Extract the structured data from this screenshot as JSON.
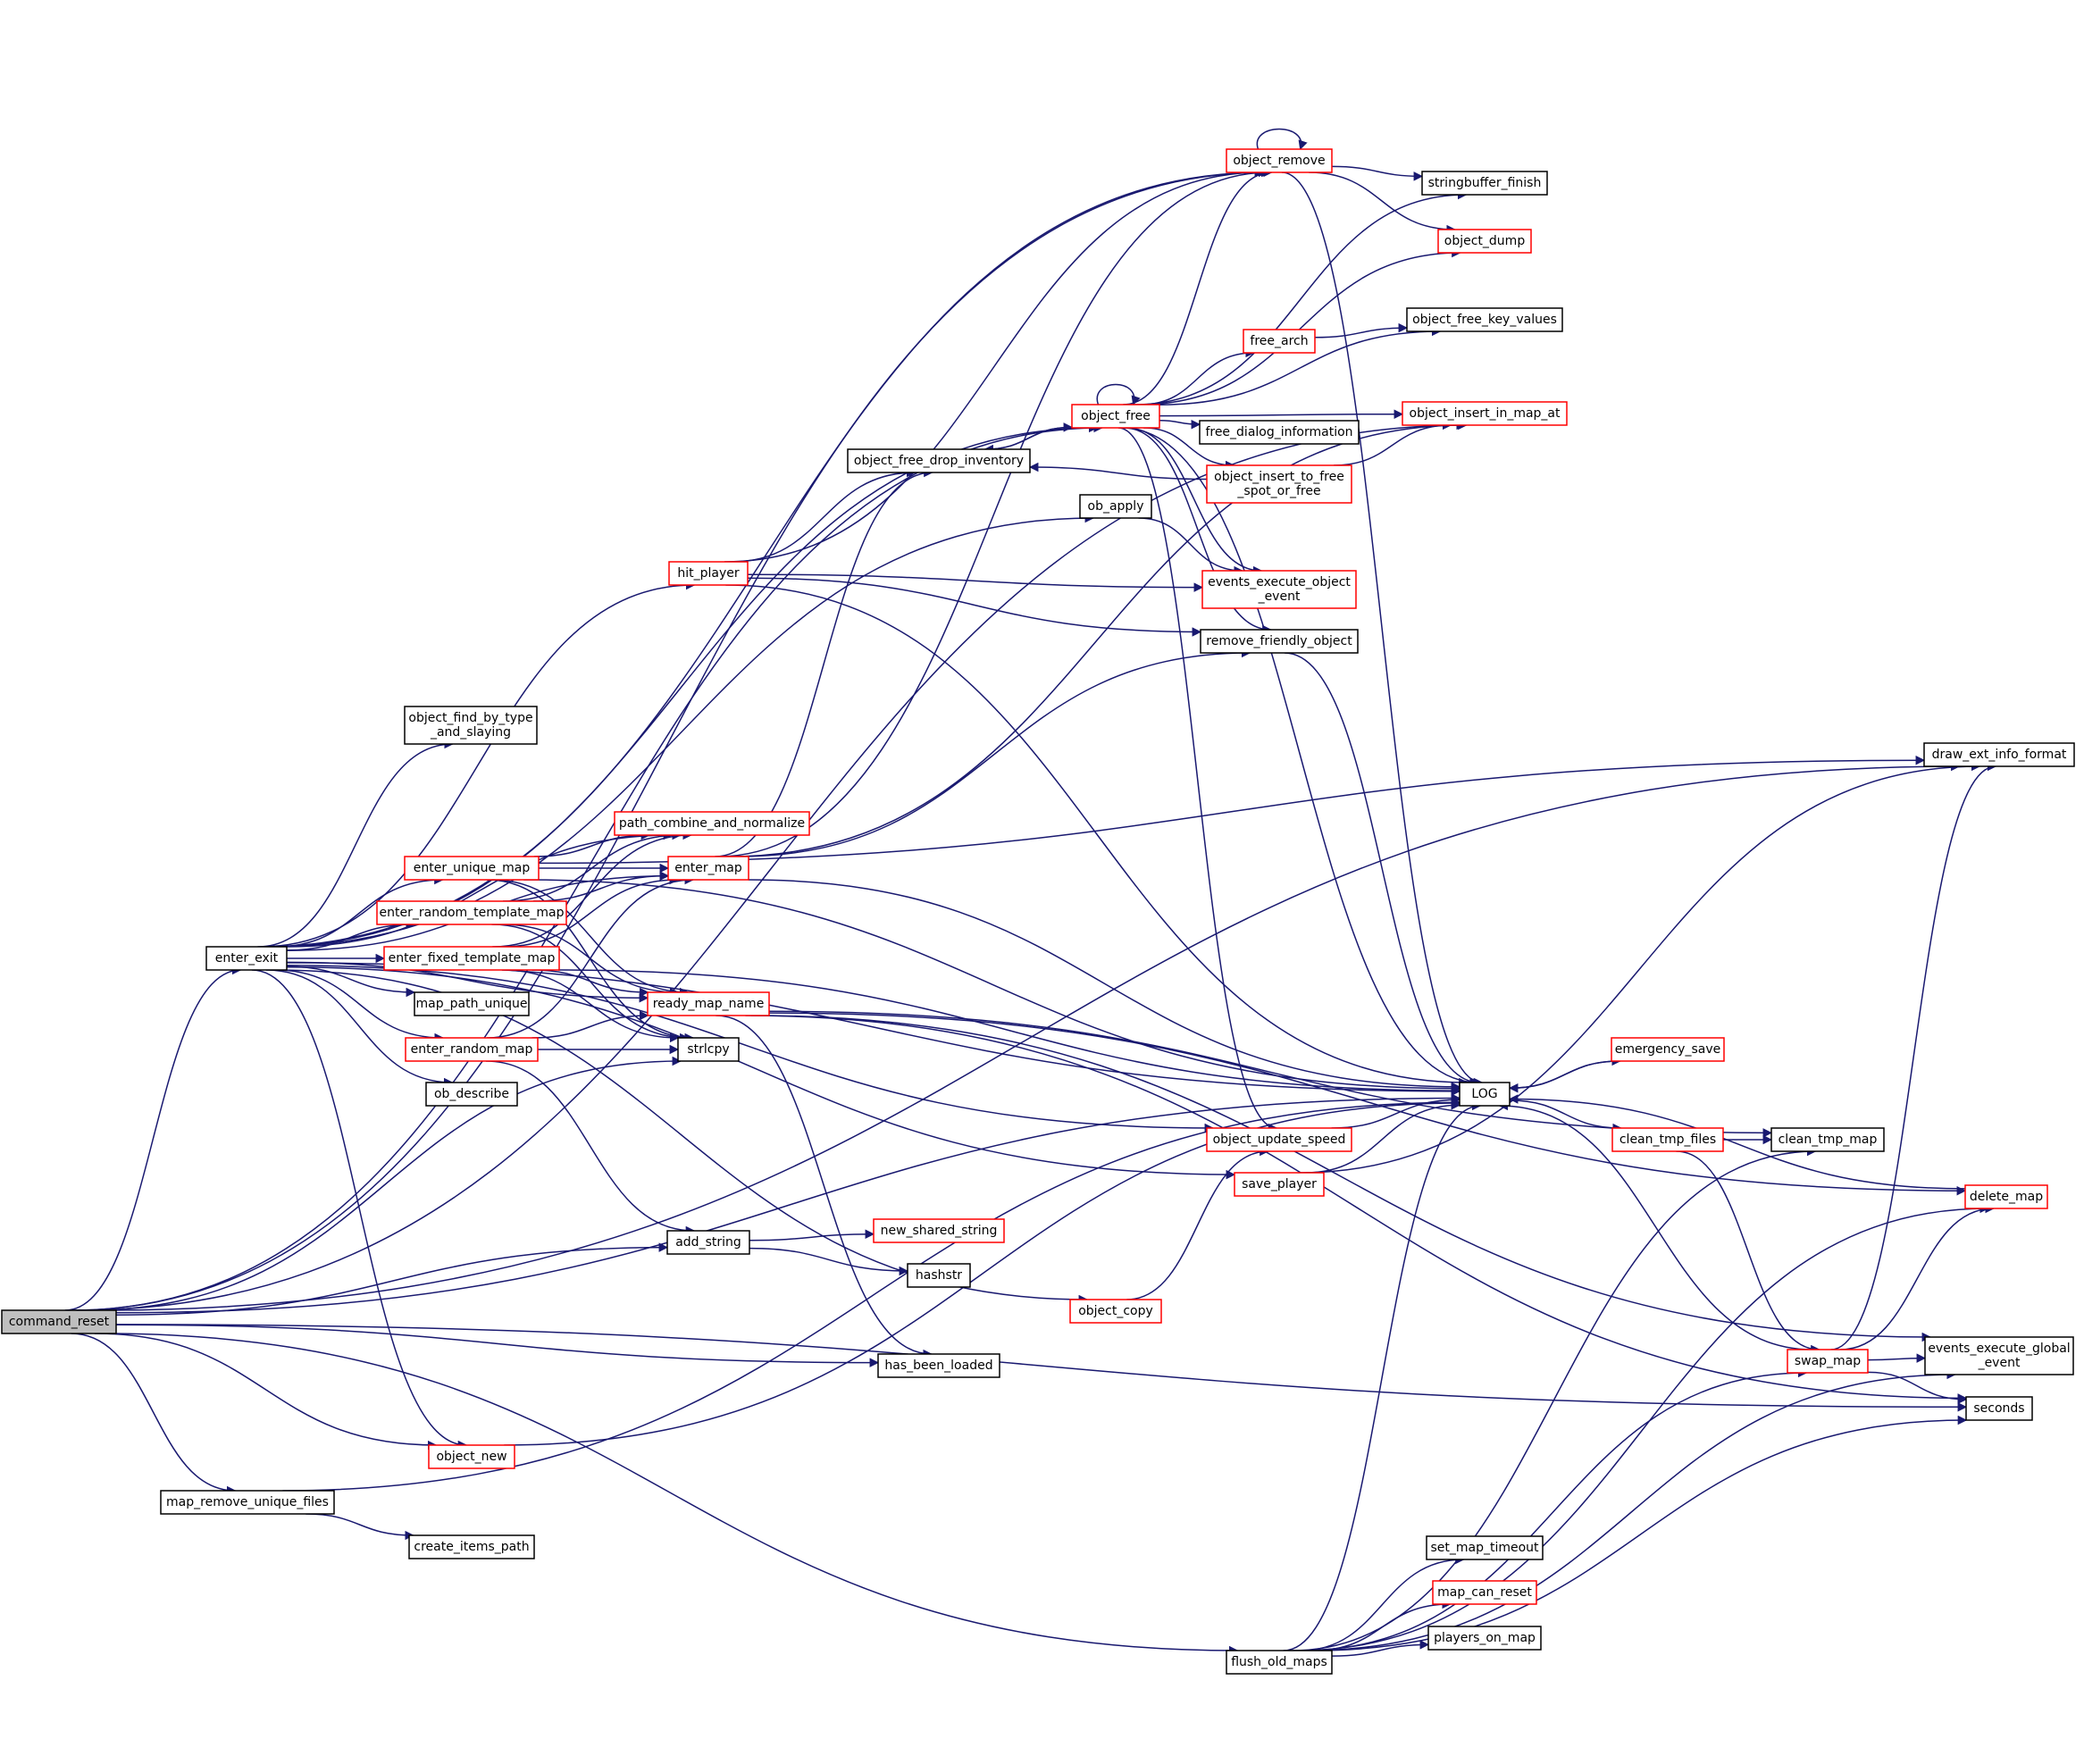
{
  "graph": {
    "colors": {
      "edge": "#191970",
      "node_fill": "#ffffff",
      "root_fill": "#bfbfbf",
      "border_black": "#000000",
      "border_red": "#ff0000"
    },
    "nodes": [
      {
        "id": "command_reset",
        "lines": [
          "command_reset"
        ],
        "border": "black",
        "root": true
      },
      {
        "id": "enter_exit",
        "lines": [
          "enter_exit"
        ],
        "border": "black"
      },
      {
        "id": "map_remove_unique_files",
        "lines": [
          "map_remove_unique_files"
        ],
        "border": "black"
      },
      {
        "id": "object_find_by_type_and_slaying",
        "lines": [
          "object_find_by_type",
          "_and_slaying"
        ],
        "border": "black"
      },
      {
        "id": "path_combine_and_normalize",
        "lines": [
          "path_combine_and_normalize"
        ],
        "border": "red"
      },
      {
        "id": "enter_unique_map",
        "lines": [
          "enter_unique_map"
        ],
        "border": "red"
      },
      {
        "id": "enter_random_template_map",
        "lines": [
          "enter_random_template_map"
        ],
        "border": "red"
      },
      {
        "id": "enter_fixed_template_map",
        "lines": [
          "enter_fixed_template_map"
        ],
        "border": "red"
      },
      {
        "id": "map_path_unique",
        "lines": [
          "map_path_unique"
        ],
        "border": "black"
      },
      {
        "id": "enter_random_map",
        "lines": [
          "enter_random_map"
        ],
        "border": "red"
      },
      {
        "id": "ob_describe",
        "lines": [
          "ob_describe"
        ],
        "border": "black"
      },
      {
        "id": "object_new",
        "lines": [
          "object_new"
        ],
        "border": "red"
      },
      {
        "id": "create_items_path",
        "lines": [
          "create_items_path"
        ],
        "border": "black"
      },
      {
        "id": "hit_player",
        "lines": [
          "hit_player"
        ],
        "border": "red"
      },
      {
        "id": "enter_map",
        "lines": [
          "enter_map"
        ],
        "border": "red"
      },
      {
        "id": "ready_map_name",
        "lines": [
          "ready_map_name"
        ],
        "border": "red"
      },
      {
        "id": "strlcpy",
        "lines": [
          "strlcpy"
        ],
        "border": "black"
      },
      {
        "id": "add_string",
        "lines": [
          "add_string"
        ],
        "border": "black"
      },
      {
        "id": "has_been_loaded",
        "lines": [
          "has_been_loaded"
        ],
        "border": "black"
      },
      {
        "id": "new_shared_string",
        "lines": [
          "new_shared_string"
        ],
        "border": "red"
      },
      {
        "id": "hashstr",
        "lines": [
          "hashstr"
        ],
        "border": "black"
      },
      {
        "id": "object_copy",
        "lines": [
          "object_copy"
        ],
        "border": "red"
      },
      {
        "id": "object_free_drop_inventory",
        "lines": [
          "object_free_drop_inventory"
        ],
        "border": "black"
      },
      {
        "id": "ob_apply",
        "lines": [
          "ob_apply"
        ],
        "border": "black"
      },
      {
        "id": "object_remove",
        "lines": [
          "object_remove"
        ],
        "border": "red"
      },
      {
        "id": "object_free",
        "lines": [
          "object_free"
        ],
        "border": "red"
      },
      {
        "id": "free_arch",
        "lines": [
          "free_arch"
        ],
        "border": "red"
      },
      {
        "id": "free_dialog_information",
        "lines": [
          "free_dialog_information"
        ],
        "border": "black"
      },
      {
        "id": "object_insert_to_free_spot_or_free",
        "lines": [
          "object_insert_to_free",
          "_spot_or_free"
        ],
        "border": "red"
      },
      {
        "id": "events_execute_object_event",
        "lines": [
          "events_execute_object",
          "_event"
        ],
        "border": "red"
      },
      {
        "id": "remove_friendly_object",
        "lines": [
          "remove_friendly_object"
        ],
        "border": "black"
      },
      {
        "id": "object_update_speed",
        "lines": [
          "object_update_speed"
        ],
        "border": "red"
      },
      {
        "id": "save_player",
        "lines": [
          "save_player"
        ],
        "border": "red"
      },
      {
        "id": "flush_old_maps",
        "lines": [
          "flush_old_maps"
        ],
        "border": "black"
      },
      {
        "id": "stringbuffer_finish",
        "lines": [
          "stringbuffer_finish"
        ],
        "border": "black"
      },
      {
        "id": "object_dump",
        "lines": [
          "object_dump"
        ],
        "border": "red"
      },
      {
        "id": "object_free_key_values",
        "lines": [
          "object_free_key_values"
        ],
        "border": "black"
      },
      {
        "id": "object_insert_in_map_at",
        "lines": [
          "object_insert_in_map_at"
        ],
        "border": "red"
      },
      {
        "id": "LOG",
        "lines": [
          "LOG"
        ],
        "border": "black"
      },
      {
        "id": "emergency_save",
        "lines": [
          "emergency_save"
        ],
        "border": "red"
      },
      {
        "id": "clean_tmp_files",
        "lines": [
          "clean_tmp_files"
        ],
        "border": "red"
      },
      {
        "id": "set_map_timeout",
        "lines": [
          "set_map_timeout"
        ],
        "border": "black"
      },
      {
        "id": "map_can_reset",
        "lines": [
          "map_can_reset"
        ],
        "border": "red"
      },
      {
        "id": "players_on_map",
        "lines": [
          "players_on_map"
        ],
        "border": "black"
      },
      {
        "id": "clean_tmp_map",
        "lines": [
          "clean_tmp_map"
        ],
        "border": "black"
      },
      {
        "id": "swap_map",
        "lines": [
          "swap_map"
        ],
        "border": "red"
      },
      {
        "id": "draw_ext_info_format",
        "lines": [
          "draw_ext_info_format"
        ],
        "border": "black"
      },
      {
        "id": "delete_map",
        "lines": [
          "delete_map"
        ],
        "border": "red"
      },
      {
        "id": "events_execute_global_event",
        "lines": [
          "events_execute_global",
          "_event"
        ],
        "border": "black"
      },
      {
        "id": "seconds",
        "lines": [
          "seconds"
        ],
        "border": "black"
      }
    ],
    "edges": [
      [
        "command_reset",
        "enter_exit"
      ],
      [
        "command_reset",
        "map_remove_unique_files"
      ],
      [
        "command_reset",
        "object_new"
      ],
      [
        "command_reset",
        "strlcpy"
      ],
      [
        "command_reset",
        "add_string"
      ],
      [
        "command_reset",
        "has_been_loaded"
      ],
      [
        "command_reset",
        "object_remove"
      ],
      [
        "command_reset",
        "object_free"
      ],
      [
        "command_reset",
        "draw_ext_info_format"
      ],
      [
        "command_reset",
        "object_insert_in_map_at"
      ],
      [
        "command_reset",
        "LOG"
      ],
      [
        "command_reset",
        "flush_old_maps"
      ],
      [
        "command_reset",
        "seconds"
      ],
      [
        "enter_exit",
        "object_find_by_type_and_slaying"
      ],
      [
        "enter_exit",
        "path_combine_and_normalize"
      ],
      [
        "enter_exit",
        "enter_unique_map"
      ],
      [
        "enter_exit",
        "enter_random_template_map"
      ],
      [
        "enter_exit",
        "enter_fixed_template_map"
      ],
      [
        "enter_exit",
        "map_path_unique"
      ],
      [
        "enter_exit",
        "enter_random_map"
      ],
      [
        "enter_exit",
        "ob_describe"
      ],
      [
        "enter_exit",
        "object_new"
      ],
      [
        "enter_exit",
        "hit_player"
      ],
      [
        "enter_exit",
        "enter_map"
      ],
      [
        "enter_exit",
        "ready_map_name"
      ],
      [
        "enter_exit",
        "object_copy"
      ],
      [
        "enter_exit",
        "ob_apply"
      ],
      [
        "enter_exit",
        "object_remove"
      ],
      [
        "enter_exit",
        "object_free"
      ],
      [
        "enter_exit",
        "save_player"
      ],
      [
        "enter_exit",
        "object_update_speed"
      ],
      [
        "enter_exit",
        "LOG"
      ],
      [
        "enter_unique_map",
        "path_combine_and_normalize"
      ],
      [
        "enter_unique_map",
        "enter_map"
      ],
      [
        "enter_unique_map",
        "ready_map_name"
      ],
      [
        "enter_unique_map",
        "strlcpy"
      ],
      [
        "enter_unique_map",
        "LOG"
      ],
      [
        "enter_unique_map",
        "draw_ext_info_format"
      ],
      [
        "enter_random_template_map",
        "path_combine_and_normalize"
      ],
      [
        "enter_random_template_map",
        "enter_map"
      ],
      [
        "enter_random_template_map",
        "ready_map_name"
      ],
      [
        "enter_random_template_map",
        "strlcpy"
      ],
      [
        "enter_fixed_template_map",
        "path_combine_and_normalize"
      ],
      [
        "enter_fixed_template_map",
        "enter_map"
      ],
      [
        "enter_fixed_template_map",
        "ready_map_name"
      ],
      [
        "enter_fixed_template_map",
        "strlcpy"
      ],
      [
        "enter_fixed_template_map",
        "LOG"
      ],
      [
        "enter_random_map",
        "ready_map_name"
      ],
      [
        "enter_random_map",
        "enter_map"
      ],
      [
        "enter_random_map",
        "strlcpy"
      ],
      [
        "enter_random_map",
        "add_string"
      ],
      [
        "map_remove_unique_files",
        "create_items_path"
      ],
      [
        "map_remove_unique_files",
        "LOG"
      ],
      [
        "hit_player",
        "object_free_drop_inventory"
      ],
      [
        "hit_player",
        "object_remove"
      ],
      [
        "hit_player",
        "events_execute_object_event"
      ],
      [
        "hit_player",
        "remove_friendly_object"
      ],
      [
        "hit_player",
        "LOG"
      ],
      [
        "enter_map",
        "object_free_drop_inventory"
      ],
      [
        "enter_map",
        "object_remove"
      ],
      [
        "enter_map",
        "remove_friendly_object"
      ],
      [
        "enter_map",
        "object_insert_in_map_at"
      ],
      [
        "enter_map",
        "LOG"
      ],
      [
        "ready_map_name",
        "has_been_loaded"
      ],
      [
        "ready_map_name",
        "clean_tmp_map"
      ],
      [
        "ready_map_name",
        "delete_map"
      ],
      [
        "ready_map_name",
        "events_execute_global_event"
      ],
      [
        "ready_map_name",
        "seconds"
      ],
      [
        "add_string",
        "new_shared_string"
      ],
      [
        "add_string",
        "hashstr"
      ],
      [
        "object_copy",
        "object_update_speed"
      ],
      [
        "object_free_drop_inventory",
        "object_free"
      ],
      [
        "ob_apply",
        "events_execute_object_event"
      ],
      [
        "object_free",
        "object_free_drop_inventory"
      ],
      [
        "object_free",
        "object_free"
      ],
      [
        "object_free",
        "object_remove"
      ],
      [
        "object_free",
        "stringbuffer_finish"
      ],
      [
        "object_free",
        "object_dump"
      ],
      [
        "object_free",
        "free_arch"
      ],
      [
        "object_free",
        "object_free_key_values"
      ],
      [
        "object_free",
        "free_dialog_information"
      ],
      [
        "object_free",
        "object_insert_in_map_at"
      ],
      [
        "object_free",
        "object_insert_to_free_spot_or_free"
      ],
      [
        "object_free",
        "events_execute_object_event"
      ],
      [
        "object_free",
        "remove_friendly_object"
      ],
      [
        "object_free",
        "object_update_speed"
      ],
      [
        "object_free",
        "LOG"
      ],
      [
        "object_remove",
        "object_remove"
      ],
      [
        "object_remove",
        "stringbuffer_finish"
      ],
      [
        "object_remove",
        "object_dump"
      ],
      [
        "object_remove",
        "LOG"
      ],
      [
        "free_arch",
        "object_free_key_values"
      ],
      [
        "object_insert_to_free_spot_or_free",
        "object_free_drop_inventory"
      ],
      [
        "object_insert_to_free_spot_or_free",
        "object_insert_in_map_at"
      ],
      [
        "remove_friendly_object",
        "LOG"
      ],
      [
        "object_update_speed",
        "LOG"
      ],
      [
        "save_player",
        "LOG"
      ],
      [
        "save_player",
        "draw_ext_info_format"
      ],
      [
        "object_new",
        "LOG"
      ],
      [
        "LOG",
        "emergency_save"
      ],
      [
        "emergency_save",
        "LOG"
      ],
      [
        "LOG",
        "clean_tmp_files"
      ],
      [
        "clean_tmp_files",
        "clean_tmp_map"
      ],
      [
        "clean_tmp_files",
        "swap_map"
      ],
      [
        "flush_old_maps",
        "set_map_timeout"
      ],
      [
        "flush_old_maps",
        "map_can_reset"
      ],
      [
        "flush_old_maps",
        "players_on_map"
      ],
      [
        "flush_old_maps",
        "LOG"
      ],
      [
        "flush_old_maps",
        "clean_tmp_map"
      ],
      [
        "flush_old_maps",
        "swap_map"
      ],
      [
        "flush_old_maps",
        "delete_map"
      ],
      [
        "flush_old_maps",
        "events_execute_global_event"
      ],
      [
        "flush_old_maps",
        "seconds"
      ],
      [
        "swap_map",
        "LOG"
      ],
      [
        "swap_map",
        "draw_ext_info_format"
      ],
      [
        "swap_map",
        "delete_map"
      ],
      [
        "swap_map",
        "events_execute_global_event"
      ],
      [
        "swap_map",
        "seconds"
      ],
      [
        "delete_map",
        "LOG"
      ]
    ]
  }
}
